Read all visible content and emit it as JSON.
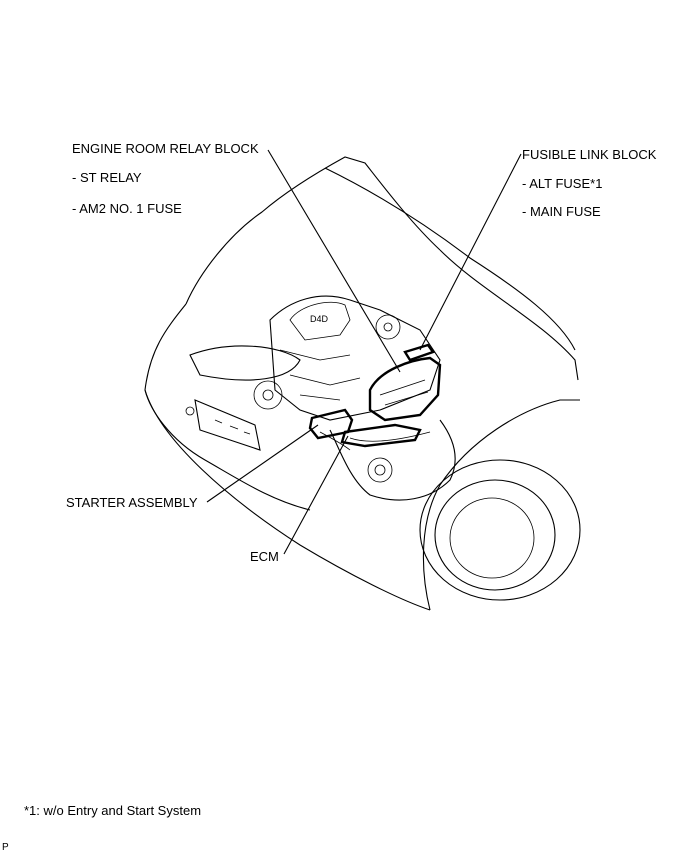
{
  "labels": {
    "engine_room_relay_block": "ENGINE ROOM RELAY BLOCK",
    "st_relay": "- ST RELAY",
    "am2_fuse": "- AM2 NO. 1 FUSE",
    "fusible_link_block": "FUSIBLE LINK BLOCK",
    "alt_fuse": "- ALT FUSE*1",
    "main_fuse": "- MAIN FUSE",
    "starter_assembly": "STARTER ASSEMBLY",
    "ecm": "ECM"
  },
  "footnote": "*1: w/o Entry and Start System",
  "figure_code": "P",
  "engine_badge": "D4D"
}
